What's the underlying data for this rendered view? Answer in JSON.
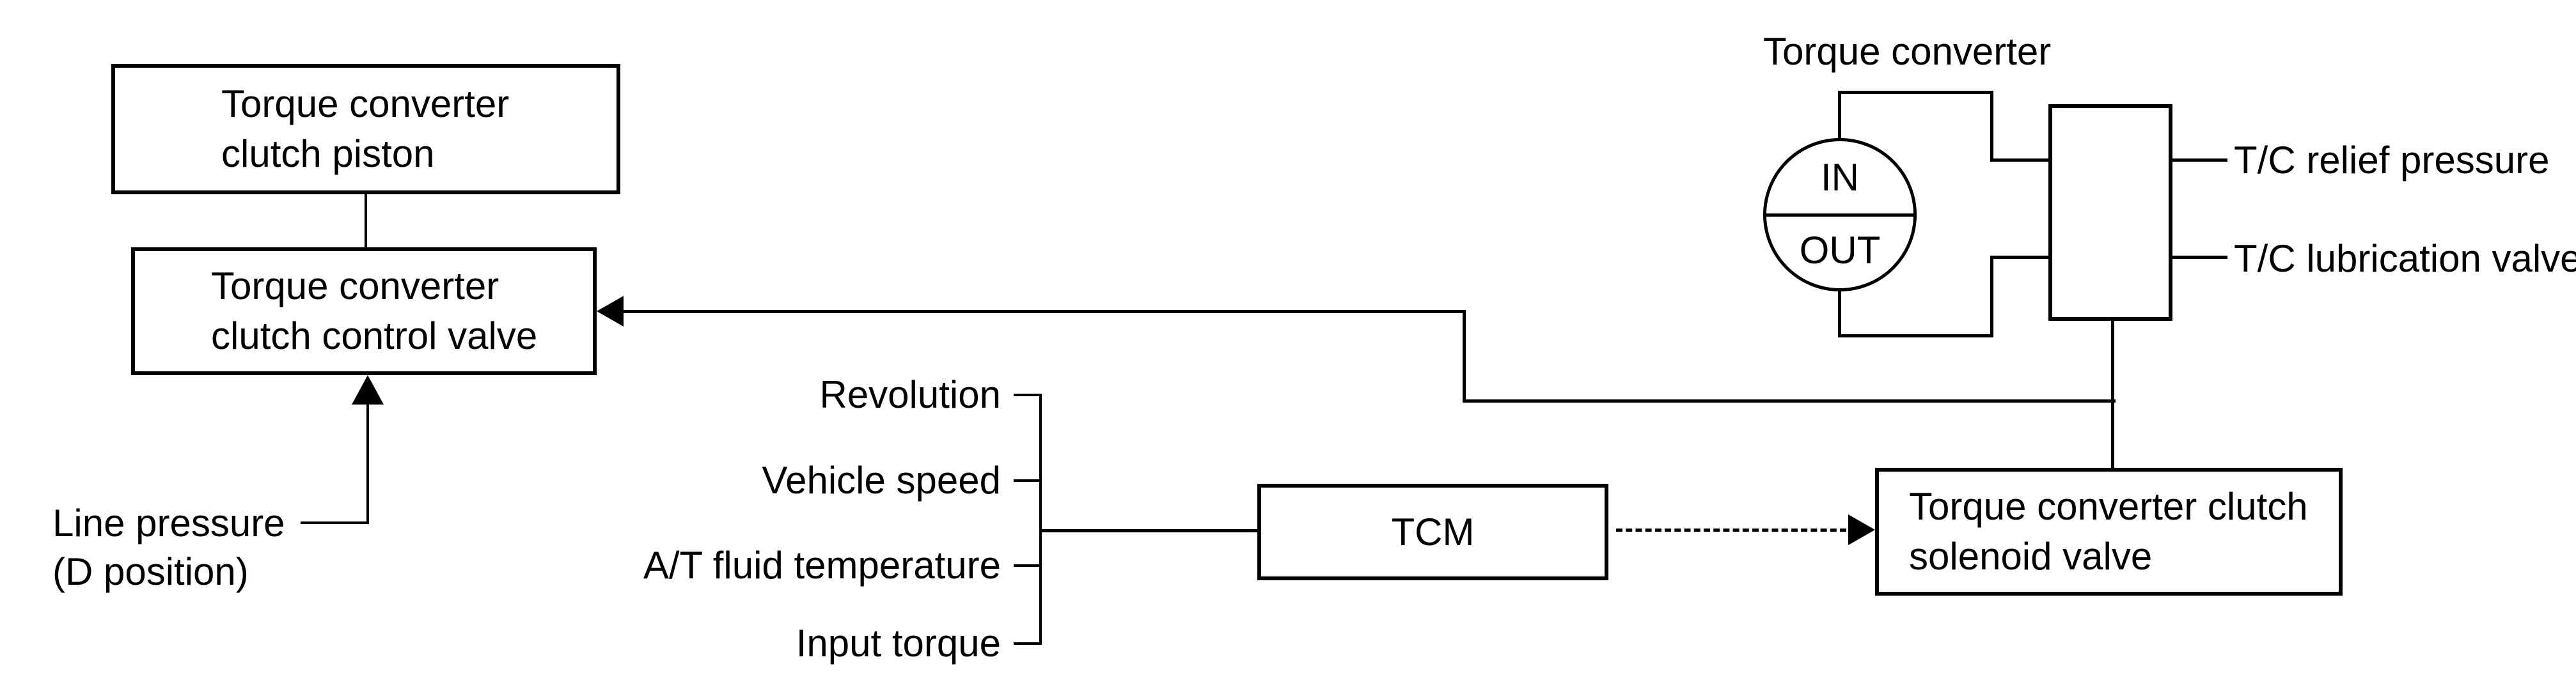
{
  "diagram": {
    "boxes": {
      "piston": {
        "line1": "Torque converter",
        "line2": "clutch piston"
      },
      "control_valve": {
        "line1": "Torque converter",
        "line2": "clutch control valve"
      },
      "tcm": {
        "label": "TCM"
      },
      "solenoid": {
        "line1": "Torque converter clutch",
        "line2": "solenoid valve"
      }
    },
    "torque_converter": {
      "title": "Torque converter",
      "in_label": "IN",
      "out_label": "OUT"
    },
    "inputs": [
      "Revolution",
      "Vehicle speed",
      "A/T fluid temperature",
      "Input torque"
    ],
    "labels": {
      "line_pressure_1": "Line pressure",
      "line_pressure_2": "(D position)",
      "tc_relief": "T/C relief pressure",
      "tc_lubrication": "T/C lubrication valve"
    },
    "colors": {
      "line": "#000000",
      "background": "#ffffff"
    }
  }
}
